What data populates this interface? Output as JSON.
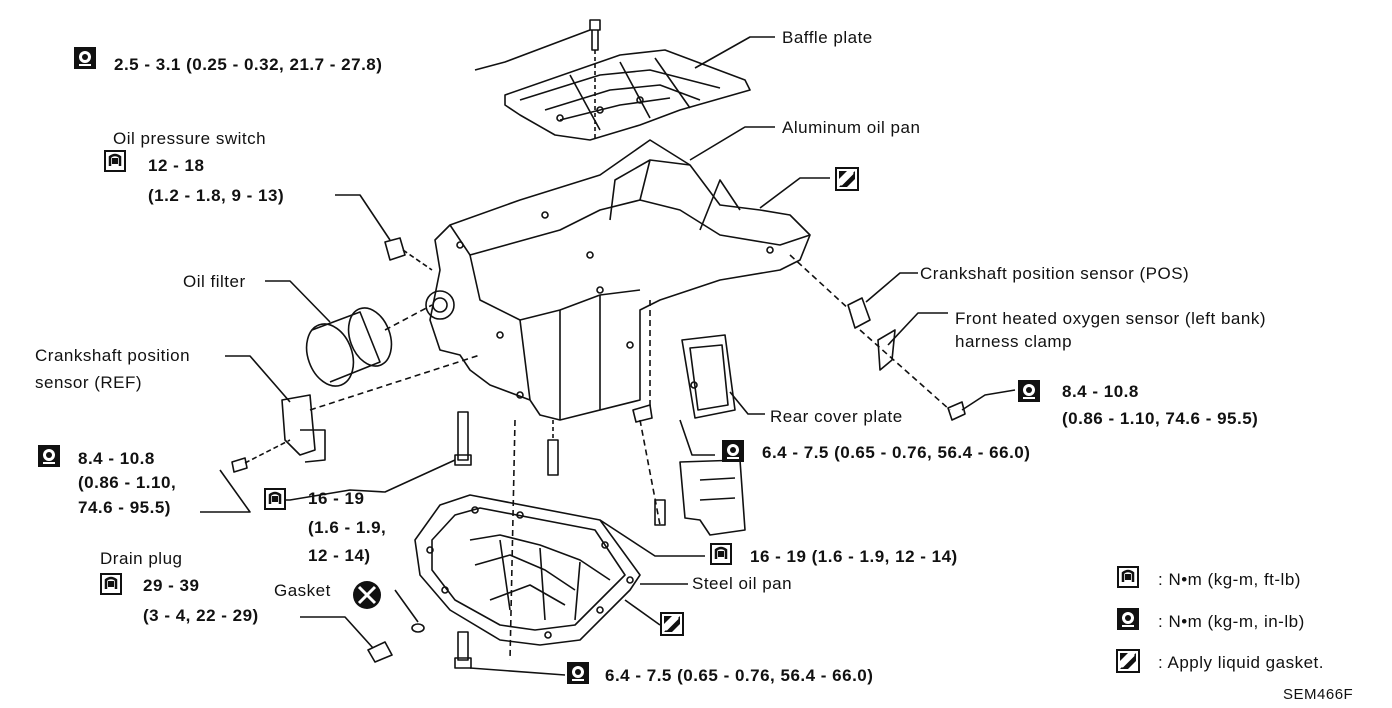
{
  "labels": {
    "baffle_plate": "Baffle plate",
    "aluminum_oil_pan": "Aluminum oil pan",
    "oil_pressure_switch": "Oil pressure switch",
    "oil_filter": "Oil filter",
    "crank_ref_1": "Crankshaft position",
    "crank_ref_2": "sensor (REF)",
    "crank_pos": "Crankshaft position sensor (POS)",
    "front_o2_1": "Front heated oxygen sensor (left bank)",
    "front_o2_2": "harness clamp",
    "rear_cover": "Rear cover plate",
    "drain_plug": "Drain plug",
    "gasket": "Gasket",
    "steel_pan": "Steel oil pan"
  },
  "torques": {
    "baffle": "2.5 - 3.1 (0.25 - 0.32, 21.7 - 27.8)",
    "ops_1": "12 - 18",
    "ops_2": "(1.2 - 1.8, 9 - 13)",
    "ref_1": "8.4 - 10.8",
    "ref_2": "(0.86 - 1.10,",
    "ref_3": "74.6 - 95.5)",
    "bolt_1": "16 - 19",
    "bolt_2": "(1.6 - 1.9,",
    "bolt_3": "12 - 14)",
    "drain_1": "29 - 39",
    "drain_2": "(3 - 4, 22 - 29)",
    "pos_1": "8.4 - 10.8",
    "pos_2": "(0.86 - 1.10, 74.6 - 95.5)",
    "rear_cover": "6.4 - 7.5 (0.65 - 0.76, 56.4 - 66.0)",
    "steel_pan_side": "16 - 19 (1.6 - 1.9, 12 - 14)",
    "steel_pan_bottom": "6.4 - 7.5 (0.65 - 0.76, 56.4 - 66.0)"
  },
  "legend": {
    "nm_ftlb": ": N•m (kg-m, ft-lb)",
    "nm_inlb": ": N•m (kg-m, in-lb)",
    "liquid_gasket": ": Apply liquid gasket."
  },
  "figure_code": "SEM466F",
  "icons": [
    "torque-ft-lb-icon",
    "torque-in-lb-icon",
    "liquid-gasket-icon",
    "do-not-reuse-icon"
  ]
}
